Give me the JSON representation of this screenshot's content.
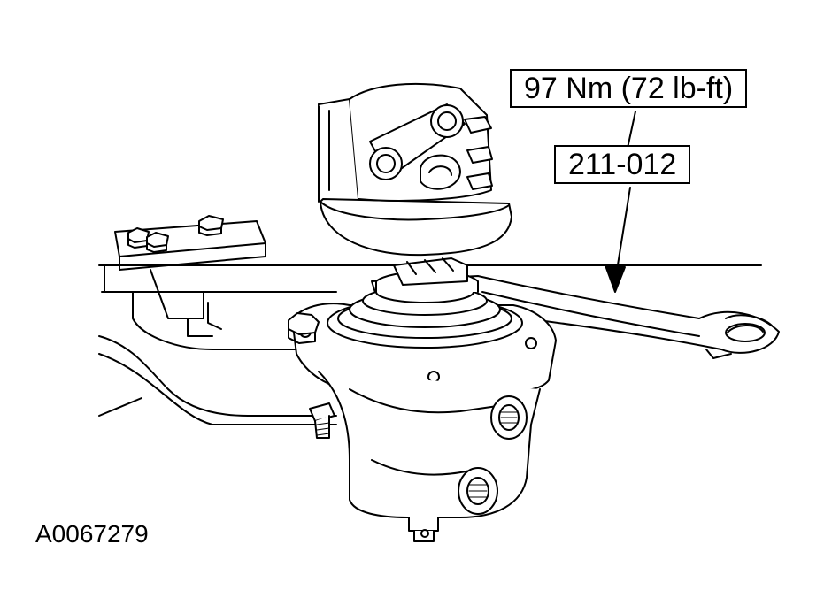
{
  "callouts": {
    "torque": "97 Nm (72 lb-ft)",
    "tool": "211-012"
  },
  "figure_id": "A0067279",
  "colors": {
    "line": "#000000",
    "background": "#ffffff"
  }
}
